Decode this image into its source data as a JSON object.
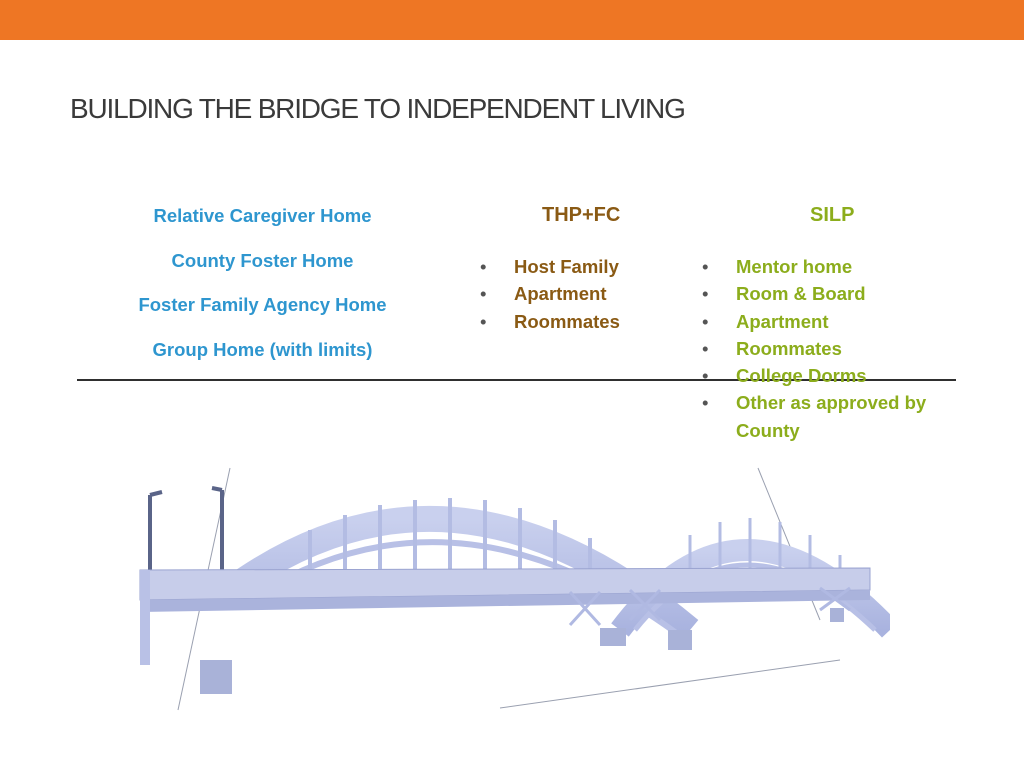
{
  "colors": {
    "accent_bar": "#ee7624",
    "left_text": "#2e96cf",
    "mid_text": "#8a5a14",
    "right_text": "#8cad1c",
    "title_text": "#3a3a3a"
  },
  "title": "BUILDING THE BRIDGE TO INDEPENDENT LIVING",
  "left_items": [
    "Relative Caregiver Home",
    "County Foster Home",
    "Foster Family Agency Home",
    "Group Home (with limits)"
  ],
  "thp": {
    "heading": "THP+FC",
    "items": [
      "Host Family",
      "Apartment",
      "Roommates"
    ]
  },
  "silp": {
    "heading": "SILP",
    "items": [
      "Mentor home",
      "Room & Board",
      "Apartment",
      "Roommates",
      "College Dorms",
      "Other as approved by County"
    ]
  }
}
